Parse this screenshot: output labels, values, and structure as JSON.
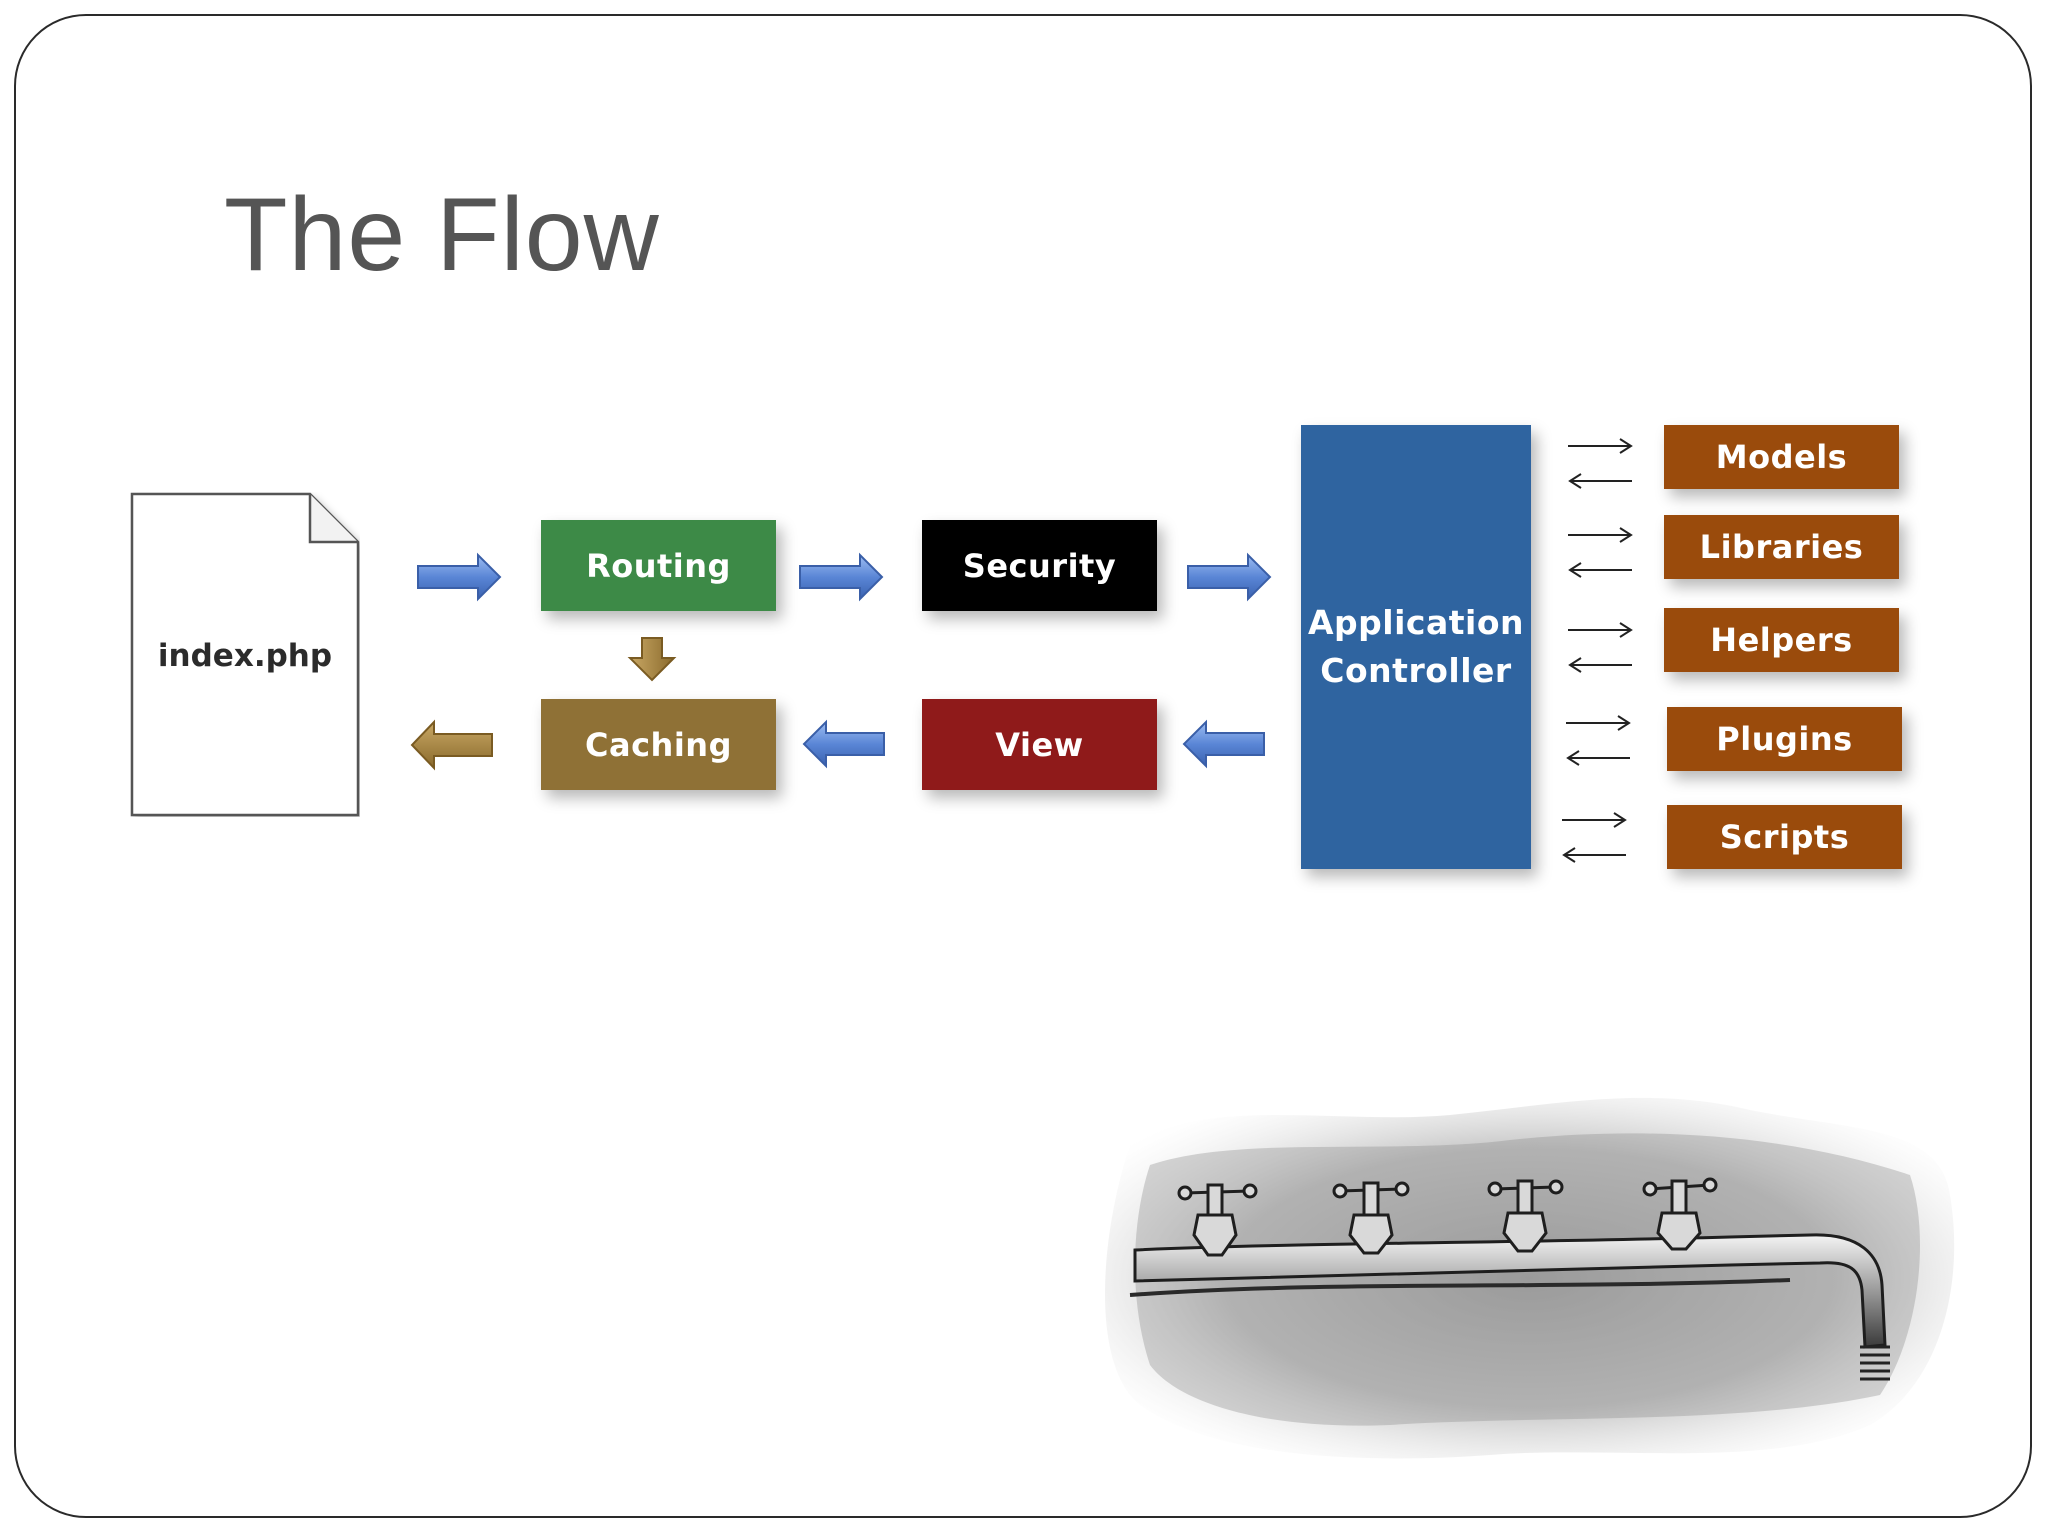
{
  "slide": {
    "title": "The Flow"
  },
  "diagram": {
    "entry_file": "index.php",
    "pipeline": {
      "routing": "Routing",
      "security": "Security",
      "caching": "Caching",
      "view": "View"
    },
    "controller": {
      "line1": "Application",
      "line2": "Controller"
    },
    "resources": [
      "Models",
      "Libraries",
      "Helpers",
      "Plugins",
      "Scripts"
    ]
  },
  "colors": {
    "routing": "#3d8a47",
    "caching": "#8f7136",
    "security": "#000000",
    "view": "#8f1a1a",
    "controller": "#2f64a0",
    "resources": "#9a4b0c",
    "blue_arrow": "#5a86d6",
    "gold_arrow": "#9b7a3a"
  },
  "icons": {
    "document": "document-icon",
    "illustration": "faucet-illustration"
  }
}
